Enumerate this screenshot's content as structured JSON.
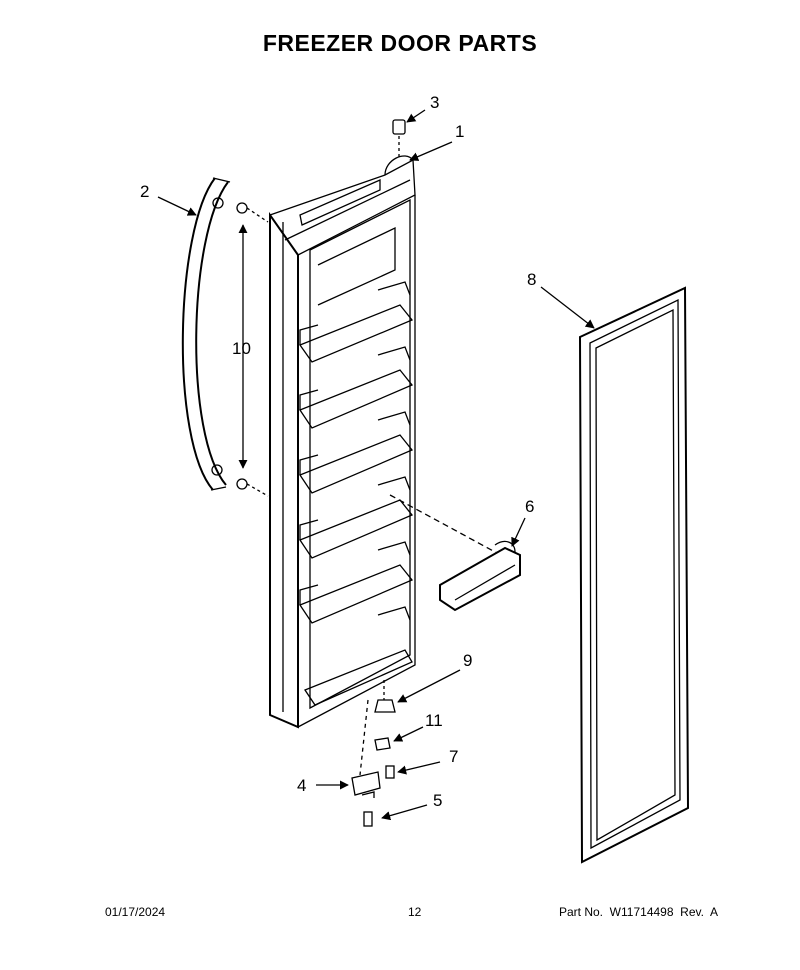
{
  "title": "FREEZER DOOR PARTS",
  "callouts": [
    "1",
    "2",
    "3",
    "4",
    "5",
    "6",
    "7",
    "8",
    "9",
    "10",
    "11"
  ],
  "footer": {
    "date": "01/17/2024",
    "page": "12",
    "part_info": "Part No.  W11714498  Rev.  A"
  }
}
